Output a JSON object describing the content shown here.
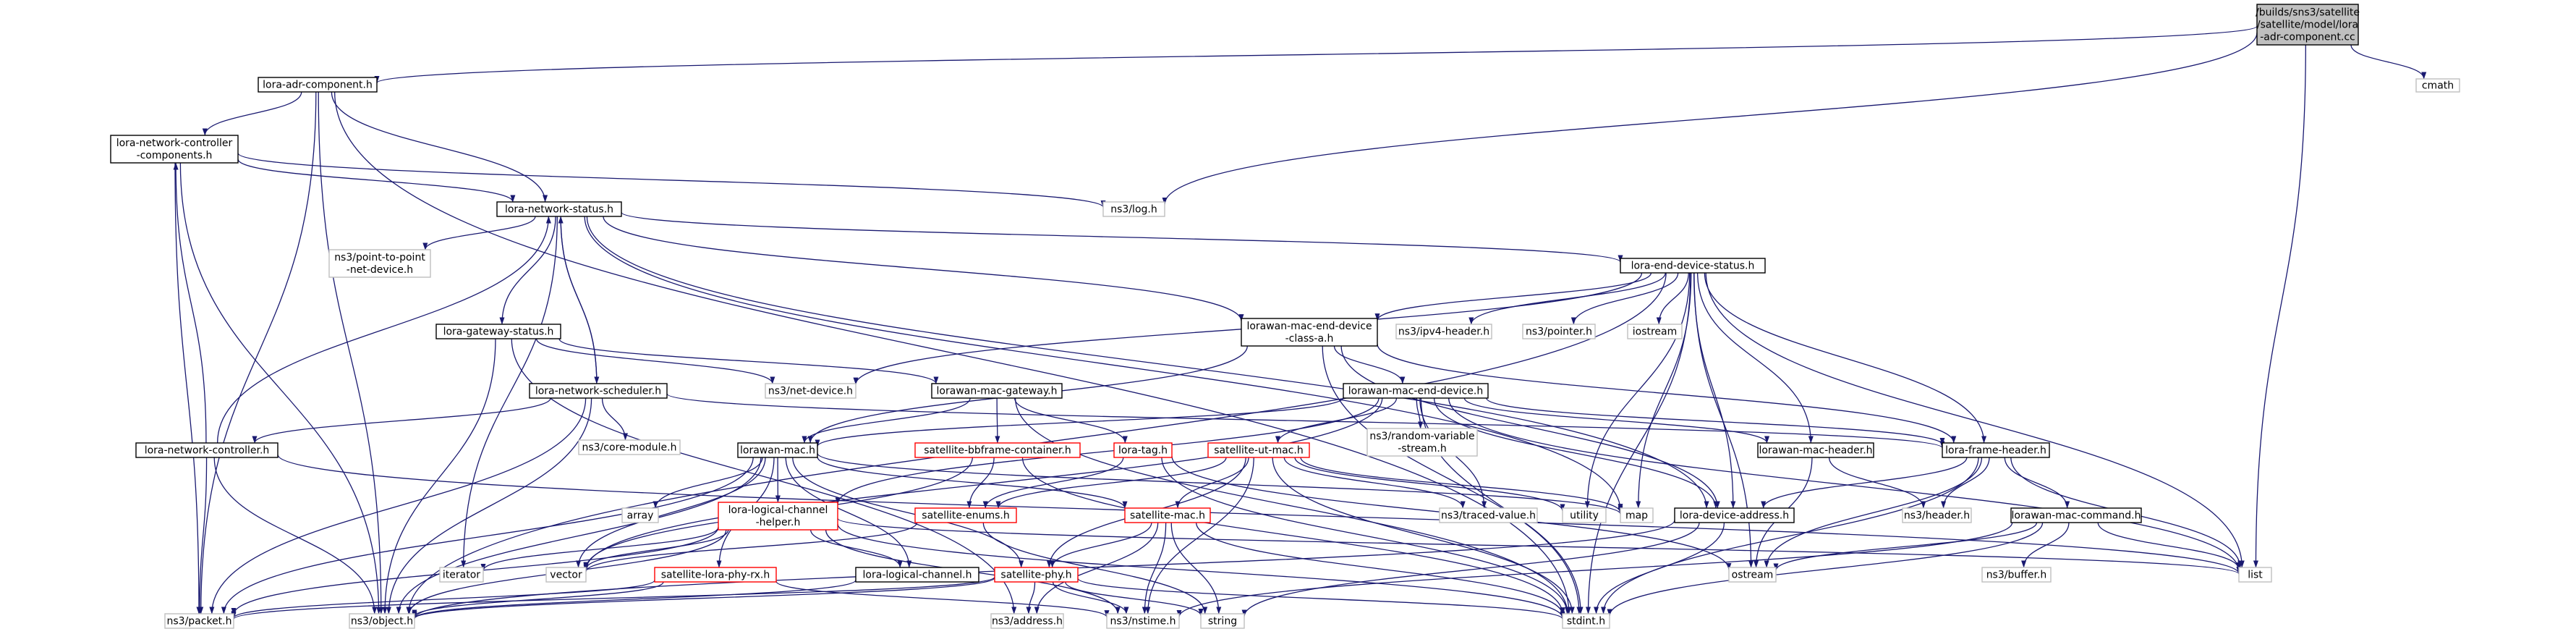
{
  "graph": {
    "nodes": [
      {
        "id": "root",
        "lines": [
          "/builds/sns3/satellite",
          "/satellite/model/lora",
          "-adr-component.cc"
        ],
        "style": "root"
      },
      {
        "id": "lora-adr-component",
        "lines": [
          "lora-adr-component.h"
        ],
        "style": "normal"
      },
      {
        "id": "cmath",
        "lines": [
          "cmath"
        ],
        "style": "external"
      },
      {
        "id": "lora-network-controller-components",
        "lines": [
          "lora-network-controller",
          "-components.h"
        ],
        "style": "normal"
      },
      {
        "id": "ns3-log",
        "lines": [
          "ns3/log.h"
        ],
        "style": "external"
      },
      {
        "id": "lora-network-status",
        "lines": [
          "lora-network-status.h"
        ],
        "style": "normal"
      },
      {
        "id": "ns3-point-to-point",
        "lines": [
          "ns3/point-to-point",
          "-net-device.h"
        ],
        "style": "external"
      },
      {
        "id": "lora-end-device-status",
        "lines": [
          "lora-end-device-status.h"
        ],
        "style": "normal"
      },
      {
        "id": "lora-gateway-status",
        "lines": [
          "lora-gateway-status.h"
        ],
        "style": "normal"
      },
      {
        "id": "lorawan-mac-end-device-class-a",
        "lines": [
          "lorawan-mac-end-device",
          "-class-a.h"
        ],
        "style": "normal"
      },
      {
        "id": "ns3-ipv4-header",
        "lines": [
          "ns3/ipv4-header.h"
        ],
        "style": "external"
      },
      {
        "id": "ns3-pointer",
        "lines": [
          "ns3/pointer.h"
        ],
        "style": "external"
      },
      {
        "id": "iostream",
        "lines": [
          "iostream"
        ],
        "style": "external"
      },
      {
        "id": "ns3-net-device",
        "lines": [
          "ns3/net-device.h"
        ],
        "style": "external"
      },
      {
        "id": "lorawan-mac-gateway",
        "lines": [
          "lorawan-mac-gateway.h"
        ],
        "style": "normal"
      },
      {
        "id": "lora-network-scheduler",
        "lines": [
          "lora-network-scheduler.h"
        ],
        "style": "normal"
      },
      {
        "id": "lorawan-mac-end-device",
        "lines": [
          "lorawan-mac-end-device.h"
        ],
        "style": "normal"
      },
      {
        "id": "ns3-random-variable-stream",
        "lines": [
          "ns3/random-variable",
          "-stream.h"
        ],
        "style": "external"
      },
      {
        "id": "lora-network-controller",
        "lines": [
          "lora-network-controller.h"
        ],
        "style": "normal"
      },
      {
        "id": "ns3-core-module",
        "lines": [
          "ns3/core-module.h"
        ],
        "style": "external"
      },
      {
        "id": "lorawan-mac",
        "lines": [
          "lorawan-mac.h"
        ],
        "style": "normal"
      },
      {
        "id": "satellite-bbframe-container",
        "lines": [
          "satellite-bbframe-container.h"
        ],
        "style": "red"
      },
      {
        "id": "lora-tag",
        "lines": [
          "lora-tag.h"
        ],
        "style": "red"
      },
      {
        "id": "satellite-ut-mac",
        "lines": [
          "satellite-ut-mac.h"
        ],
        "style": "red"
      },
      {
        "id": "lorawan-mac-header",
        "lines": [
          "lorawan-mac-header.h"
        ],
        "style": "normal"
      },
      {
        "id": "lora-frame-header",
        "lines": [
          "lora-frame-header.h"
        ],
        "style": "normal"
      },
      {
        "id": "array",
        "lines": [
          "array"
        ],
        "style": "external"
      },
      {
        "id": "lora-logical-channel-helper",
        "lines": [
          "lora-logical-channel",
          "-helper.h"
        ],
        "style": "red"
      },
      {
        "id": "satellite-enums",
        "lines": [
          "satellite-enums.h"
        ],
        "style": "red"
      },
      {
        "id": "satellite-mac",
        "lines": [
          "satellite-mac.h"
        ],
        "style": "red"
      },
      {
        "id": "ns3-traced-value",
        "lines": [
          "ns3/traced-value.h"
        ],
        "style": "external"
      },
      {
        "id": "utility",
        "lines": [
          "utility"
        ],
        "style": "external"
      },
      {
        "id": "map",
        "lines": [
          "map"
        ],
        "style": "external"
      },
      {
        "id": "lora-device-address",
        "lines": [
          "lora-device-address.h"
        ],
        "style": "normal"
      },
      {
        "id": "ns3-header",
        "lines": [
          "ns3/header.h"
        ],
        "style": "external"
      },
      {
        "id": "lorawan-mac-command",
        "lines": [
          "lorawan-mac-command.h"
        ],
        "style": "normal"
      },
      {
        "id": "iterator",
        "lines": [
          "iterator"
        ],
        "style": "external"
      },
      {
        "id": "vector",
        "lines": [
          "vector"
        ],
        "style": "external"
      },
      {
        "id": "satellite-lora-phy-rx",
        "lines": [
          "satellite-lora-phy-rx.h"
        ],
        "style": "red"
      },
      {
        "id": "lora-logical-channel",
        "lines": [
          "lora-logical-channel.h"
        ],
        "style": "normal"
      },
      {
        "id": "satellite-phy",
        "lines": [
          "satellite-phy.h"
        ],
        "style": "red"
      },
      {
        "id": "ostream",
        "lines": [
          "ostream"
        ],
        "style": "external"
      },
      {
        "id": "ns3-buffer",
        "lines": [
          "ns3/buffer.h"
        ],
        "style": "external"
      },
      {
        "id": "list",
        "lines": [
          "list"
        ],
        "style": "external"
      },
      {
        "id": "ns3-packet",
        "lines": [
          "ns3/packet.h"
        ],
        "style": "external"
      },
      {
        "id": "ns3-object",
        "lines": [
          "ns3/object.h"
        ],
        "style": "external"
      },
      {
        "id": "ns3-address",
        "lines": [
          "ns3/address.h"
        ],
        "style": "external"
      },
      {
        "id": "ns3-nstime",
        "lines": [
          "ns3/nstime.h"
        ],
        "style": "external"
      },
      {
        "id": "string",
        "lines": [
          "string"
        ],
        "style": "external"
      },
      {
        "id": "stdint",
        "lines": [
          "stdint.h"
        ],
        "style": "external"
      }
    ],
    "edges": [
      [
        "root",
        "lora-adr-component"
      ],
      [
        "root",
        "cmath"
      ],
      [
        "root",
        "ns3-log"
      ],
      [
        "root",
        "list"
      ],
      [
        "lora-adr-component",
        "lora-network-controller-components"
      ],
      [
        "lora-adr-component",
        "lora-network-status"
      ],
      [
        "lora-adr-component",
        "ns3-object"
      ],
      [
        "lora-adr-component",
        "ns3-packet"
      ],
      [
        "lora-adr-component",
        "stdint"
      ],
      [
        "lora-network-controller-components",
        "ns3-log"
      ],
      [
        "lora-network-controller-components",
        "lora-network-status"
      ],
      [
        "lora-network-controller-components",
        "ns3-packet"
      ],
      [
        "lora-network-controller-components",
        "ns3-object"
      ],
      [
        "lora-network-status",
        "ns3-point-to-point"
      ],
      [
        "lora-network-status",
        "lora-end-device-status"
      ],
      [
        "lora-network-status",
        "lora-gateway-status"
      ],
      [
        "lora-network-status",
        "lorawan-mac-end-device-class-a"
      ],
      [
        "lora-network-status",
        "lora-network-scheduler"
      ],
      [
        "lora-network-status",
        "lora-device-address"
      ],
      [
        "lora-network-status",
        "map"
      ],
      [
        "lora-network-status",
        "iterator"
      ],
      [
        "lora-end-device-status",
        "lorawan-mac-end-device-class-a"
      ],
      [
        "lora-end-device-status",
        "ns3-ipv4-header"
      ],
      [
        "lora-end-device-status",
        "ns3-pointer"
      ],
      [
        "lora-end-device-status",
        "iostream"
      ],
      [
        "lora-end-device-status",
        "ns3-net-device"
      ],
      [
        "lora-end-device-status",
        "lorawan-mac-header"
      ],
      [
        "lora-end-device-status",
        "lora-frame-header"
      ],
      [
        "lora-end-device-status",
        "lora-device-address"
      ],
      [
        "lora-end-device-status",
        "map"
      ],
      [
        "lora-end-device-status",
        "utility"
      ],
      [
        "lora-end-device-status",
        "list"
      ],
      [
        "lora-end-device-status",
        "stdint"
      ],
      [
        "lora-end-device-status",
        "ns3-object"
      ],
      [
        "lora-end-device-status",
        "ostream"
      ],
      [
        "lora-gateway-status",
        "ns3-net-device"
      ],
      [
        "lora-gateway-status",
        "lorawan-mac-gateway"
      ],
      [
        "lora-gateway-status",
        "ns3-object"
      ],
      [
        "lora-gateway-status",
        "ns3-address"
      ],
      [
        "lorawan-mac-end-device-class-a",
        "lorawan-mac-end-device"
      ],
      [
        "lorawan-mac-end-device-class-a",
        "lorawan-mac"
      ],
      [
        "lorawan-mac-end-device-class-a",
        "lora-frame-header"
      ],
      [
        "lorawan-mac-end-device-class-a",
        "lora-device-address"
      ],
      [
        "lorawan-mac-end-device-class-a",
        "stdint"
      ],
      [
        "lorawan-mac-gateway",
        "lorawan-mac"
      ],
      [
        "lorawan-mac-gateway",
        "satellite-bbframe-container"
      ],
      [
        "lorawan-mac-gateway",
        "lora-tag"
      ],
      [
        "lorawan-mac-gateway",
        "stdint"
      ],
      [
        "lora-network-scheduler",
        "lora-network-controller"
      ],
      [
        "lora-network-scheduler",
        "ns3-core-module"
      ],
      [
        "lora-network-scheduler",
        "lora-network-status"
      ],
      [
        "lora-network-scheduler",
        "lora-frame-header"
      ],
      [
        "lora-network-scheduler",
        "ns3-object"
      ],
      [
        "lora-network-scheduler",
        "ns3-packet"
      ],
      [
        "lorawan-mac-end-device",
        "lorawan-mac"
      ],
      [
        "lorawan-mac-end-device",
        "ns3-random-variable-stream"
      ],
      [
        "lorawan-mac-end-device",
        "satellite-ut-mac"
      ],
      [
        "lorawan-mac-end-device",
        "lorawan-mac-header"
      ],
      [
        "lorawan-mac-end-device",
        "lora-frame-header"
      ],
      [
        "lorawan-mac-end-device",
        "ns3-traced-value"
      ],
      [
        "lorawan-mac-end-device",
        "lora-device-address"
      ],
      [
        "lorawan-mac-end-device",
        "lora-logical-channel-helper"
      ],
      [
        "lorawan-mac-end-device",
        "list"
      ],
      [
        "lorawan-mac-end-device",
        "stdint"
      ],
      [
        "lorawan-mac-end-device",
        "vector"
      ],
      [
        "lora-network-controller",
        "lora-network-controller-components"
      ],
      [
        "lora-network-controller",
        "lora-network-status"
      ],
      [
        "lora-network-controller",
        "list"
      ],
      [
        "lora-network-controller",
        "ns3-object"
      ],
      [
        "lora-network-controller",
        "ns3-packet"
      ],
      [
        "lorawan-mac",
        "array"
      ],
      [
        "lorawan-mac",
        "lora-logical-channel-helper"
      ],
      [
        "lorawan-mac",
        "satellite-mac"
      ],
      [
        "lorawan-mac",
        "satellite-phy"
      ],
      [
        "lorawan-mac",
        "satellite-lora-phy-rx"
      ],
      [
        "lorawan-mac",
        "lora-logical-channel"
      ],
      [
        "lorawan-mac",
        "vector"
      ],
      [
        "lorawan-mac",
        "ns3-packet"
      ],
      [
        "lorawan-mac",
        "ns3-object"
      ],
      [
        "lorawan-mac",
        "map"
      ],
      [
        "satellite-bbframe-container",
        "satellite-enums"
      ],
      [
        "satellite-bbframe-container",
        "vector"
      ],
      [
        "satellite-bbframe-container",
        "stdint"
      ],
      [
        "lora-tag",
        "satellite-enums"
      ],
      [
        "lora-tag",
        "stdint"
      ],
      [
        "lora-tag",
        "ostream"
      ],
      [
        "satellite-ut-mac",
        "satellite-enums"
      ],
      [
        "satellite-ut-mac",
        "satellite-mac"
      ],
      [
        "satellite-ut-mac",
        "satellite-phy"
      ],
      [
        "satellite-ut-mac",
        "ns3-traced-value"
      ],
      [
        "satellite-ut-mac",
        "utility"
      ],
      [
        "satellite-ut-mac",
        "map"
      ],
      [
        "satellite-ut-mac",
        "ns3-nstime"
      ],
      [
        "satellite-ut-mac",
        "stdint"
      ],
      [
        "lorawan-mac-header",
        "ns3-header"
      ],
      [
        "lorawan-mac-header",
        "ostream"
      ],
      [
        "lora-frame-header",
        "lora-device-address"
      ],
      [
        "lora-frame-header",
        "lorawan-mac-command"
      ],
      [
        "lora-frame-header",
        "ns3-header"
      ],
      [
        "lora-frame-header",
        "list"
      ],
      [
        "lora-frame-header",
        "stdint"
      ],
      [
        "lora-frame-header",
        "ostream"
      ],
      [
        "lora-logical-channel-helper",
        "lora-logical-channel"
      ],
      [
        "lora-logical-channel-helper",
        "iterator"
      ],
      [
        "lora-logical-channel-helper",
        "vector"
      ],
      [
        "lora-logical-channel-helper",
        "list"
      ],
      [
        "lora-logical-channel-helper",
        "stdint"
      ],
      [
        "lora-logical-channel-helper",
        "ns3-nstime"
      ],
      [
        "lora-logical-channel-helper",
        "ns3-object"
      ],
      [
        "lora-logical-channel-helper",
        "ns3-packet"
      ],
      [
        "satellite-enums",
        "vector"
      ],
      [
        "satellite-enums",
        "string"
      ],
      [
        "satellite-mac",
        "satellite-phy"
      ],
      [
        "satellite-mac",
        "ns3-address"
      ],
      [
        "satellite-mac",
        "ns3-nstime"
      ],
      [
        "satellite-mac",
        "string"
      ],
      [
        "satellite-mac",
        "stdint"
      ],
      [
        "lora-device-address",
        "string"
      ],
      [
        "lora-device-address",
        "stdint"
      ],
      [
        "lora-device-address",
        "ns3-object"
      ],
      [
        "lorawan-mac-command",
        "ns3-buffer"
      ],
      [
        "lorawan-mac-command",
        "list"
      ],
      [
        "lorawan-mac-command",
        "ostream"
      ],
      [
        "lorawan-mac-command",
        "ns3-nstime"
      ],
      [
        "lorawan-mac-command",
        "stdint"
      ],
      [
        "satellite-lora-phy-rx",
        "ns3-nstime"
      ],
      [
        "satellite-lora-phy-rx",
        "ns3-object"
      ],
      [
        "satellite-lora-phy-rx",
        "ns3-packet"
      ],
      [
        "lora-logical-channel",
        "ns3-object"
      ],
      [
        "satellite-phy",
        "ns3-packet"
      ],
      [
        "satellite-phy",
        "ns3-object"
      ],
      [
        "satellite-phy",
        "ns3-address"
      ],
      [
        "satellite-phy",
        "ns3-nstime"
      ],
      [
        "satellite-phy",
        "string"
      ],
      [
        "satellite-phy",
        "stdint"
      ]
    ]
  },
  "colors": {
    "edge": "#191970",
    "root_fill": "#bfbfbf",
    "root_border": "#000000",
    "normal_border": "#000000",
    "red_border": "#ff0000",
    "external_border": "#bfbfbf",
    "text": "#000000"
  }
}
